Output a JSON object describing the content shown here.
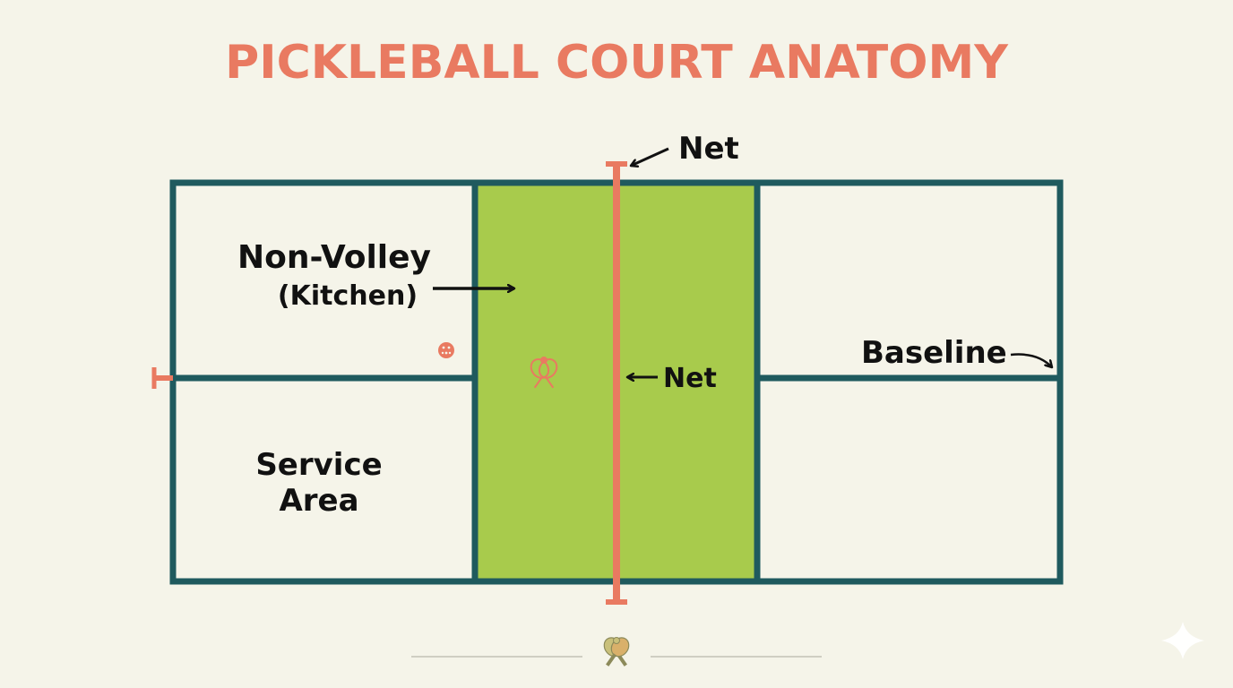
{
  "title": "PICKLEBALL COURT ANATOMY",
  "labels": {
    "net_top": "Net",
    "net_center": "Net",
    "non_volley_line1": "Non-Volley",
    "non_volley_line2": "(Kitchen)",
    "service_line1": "Service",
    "service_line2": "Area",
    "baseline": "Baseline"
  },
  "icons": {
    "center": "crossed-paddles-icon",
    "footer": "crossed-paddles-icon",
    "ball": "pickleball-icon",
    "corner": "sparkle-icon"
  },
  "colors": {
    "background": "#f5f4e9",
    "court_line": "#1f5a5e",
    "kitchen": "#a8cb4c",
    "net": "#e97a61",
    "title": "#e97a61",
    "text": "#111111"
  }
}
